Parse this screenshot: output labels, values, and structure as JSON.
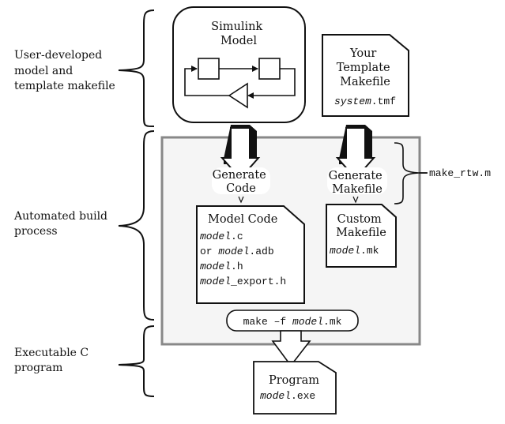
{
  "side_labels": {
    "user": [
      "User-developed",
      "model and",
      "template makefile"
    ],
    "auto": [
      "Automated build",
      "process"
    ],
    "exec": [
      "Executable C",
      "program"
    ]
  },
  "simulink_model": {
    "title": [
      "Simulink",
      "Model"
    ]
  },
  "template_makefile": {
    "title": [
      "Your",
      "Template",
      "Makefile"
    ],
    "file_italic": "system",
    "file_ext": ".tmf"
  },
  "generate_code": {
    "label": [
      "Generate",
      "Code"
    ]
  },
  "generate_makefile": {
    "label": [
      "Generate",
      "Makefile"
    ]
  },
  "make_rtw": {
    "label": "make_rtw.m"
  },
  "model_code": {
    "title": "Model Code",
    "lines": [
      {
        "prefix": "",
        "italic": "model",
        "suffix": ".c"
      },
      {
        "prefix": "or ",
        "italic": "model",
        "suffix": ".adb"
      },
      {
        "prefix": "",
        "italic": "model",
        "suffix": ".h"
      },
      {
        "prefix": "",
        "italic": "model",
        "suffix": "_export.h"
      }
    ]
  },
  "custom_makefile": {
    "title": [
      "Custom",
      "Makefile"
    ],
    "file_italic": "model",
    "file_ext": ".mk"
  },
  "make_command": {
    "prefix": "make –f ",
    "italic": "model",
    "suffix": ".mk"
  },
  "program": {
    "title": "Program",
    "file_italic": "model",
    "file_ext": ".exe"
  },
  "colors": {
    "build_box_fill": "#f5f5f5",
    "build_box_stroke": "#888888",
    "ink": "#111111"
  }
}
